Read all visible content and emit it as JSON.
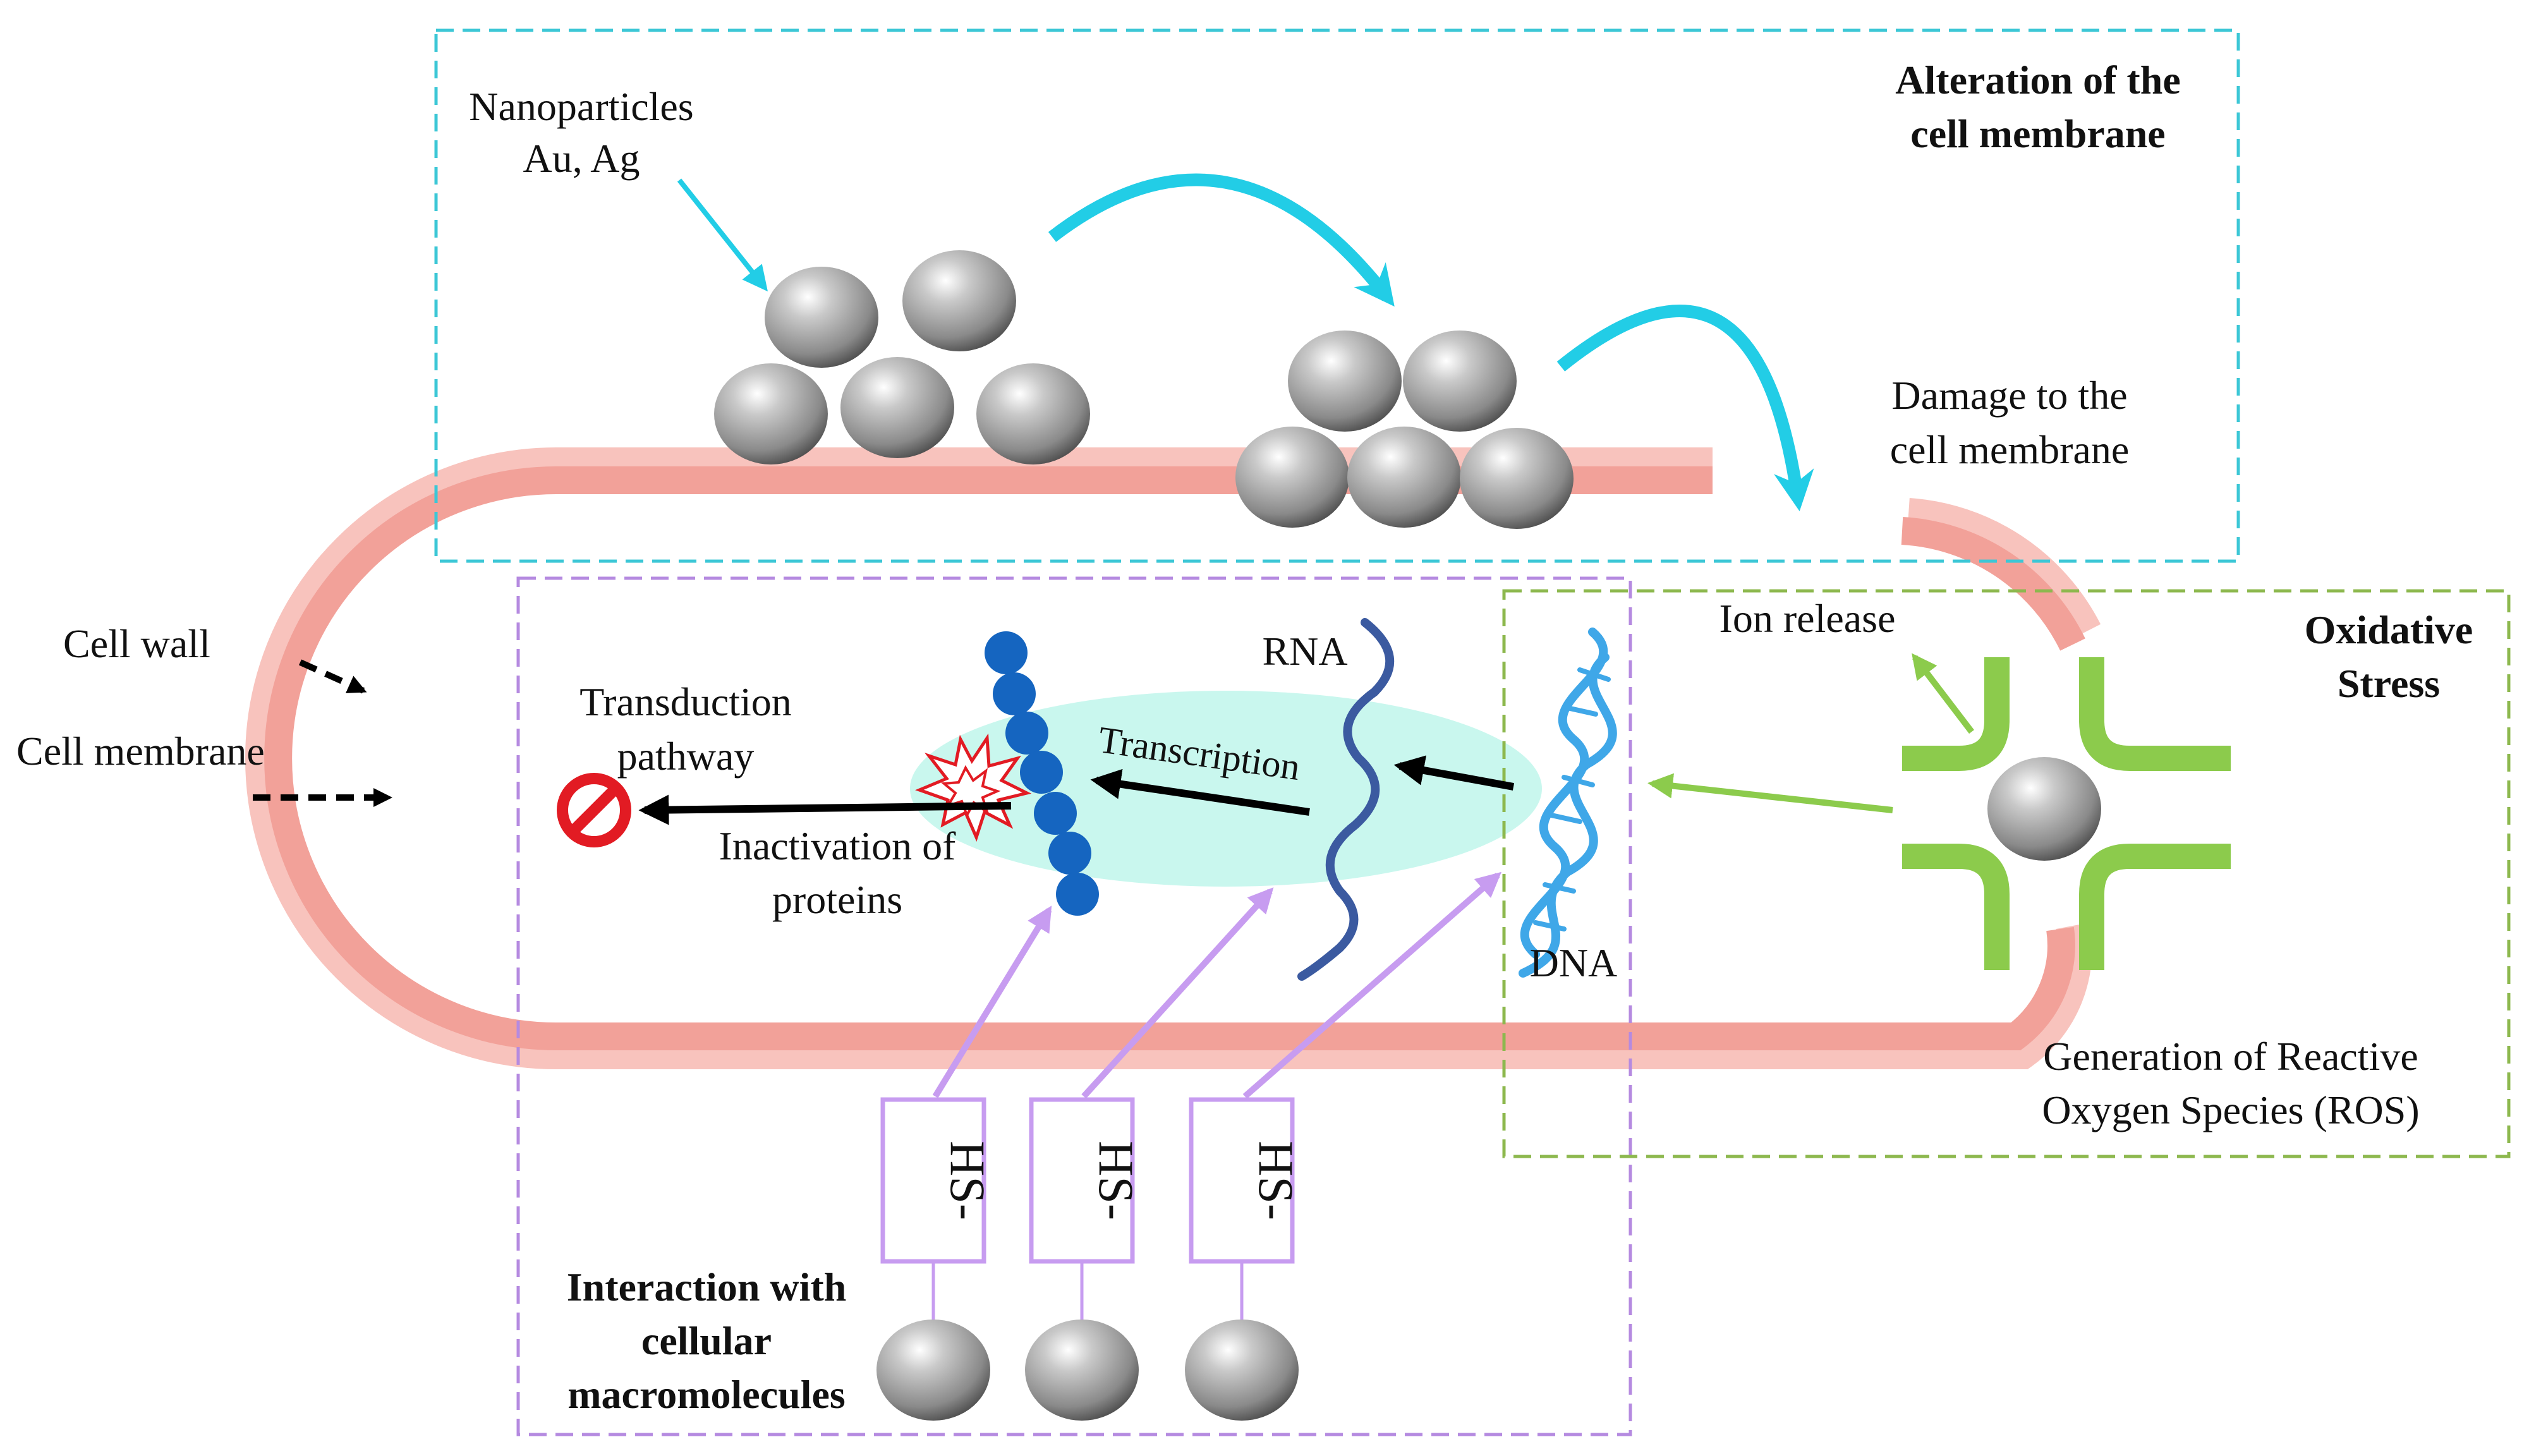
{
  "colors": {
    "membrane": "#F2A199",
    "wall": "#F8C3BD",
    "cyan_frame": "#3CC7D6",
    "cyan_arrow": "#22CDE6",
    "purple_frame": "#B58AE0",
    "purple_arrow": "#C79CF0",
    "green_frame": "#8DB84E",
    "green_arrow": "#8CCB4C",
    "cytoplasm": "#C9F7EE",
    "dna": "#3FA7E8",
    "rna": "#3B5AA0",
    "protein": "#1565C0",
    "inhibit": "#E21B23"
  },
  "icons": {
    "nanoparticle": "grey-sphere-icon",
    "inhibit": "prohibition-icon",
    "damage": "starburst-icon",
    "ros": "green-cross-icon"
  },
  "labels": {
    "membrane_title_line1": "Alteration of the",
    "membrane_title_line2": "cell membrane",
    "nanoparticles_line1": "Nanoparticles",
    "nanoparticles_line2": "Au, Ag",
    "damage_line1": "Damage to the",
    "damage_line2": "cell membrane",
    "cell_wall": "Cell wall",
    "cell_membrane": "Cell membrane",
    "transduction_line1": "Transduction",
    "transduction_line2": "pathway",
    "inactivation_line1": "Inactivation of",
    "inactivation_line2": "proteins",
    "rna": "RNA",
    "transcription": "Transcription",
    "dna": "DNA",
    "ion_release": "Ion release",
    "oxidative_line1": "Oxidative",
    "oxidative_line2": "Stress",
    "ros_line1": "Generation of Reactive",
    "ros_line2": "Oxygen Species (ROS)",
    "interaction_line1": "Interaction with",
    "interaction_line2": "cellular",
    "interaction_line3": "macromolecules",
    "hs": "HS-"
  }
}
